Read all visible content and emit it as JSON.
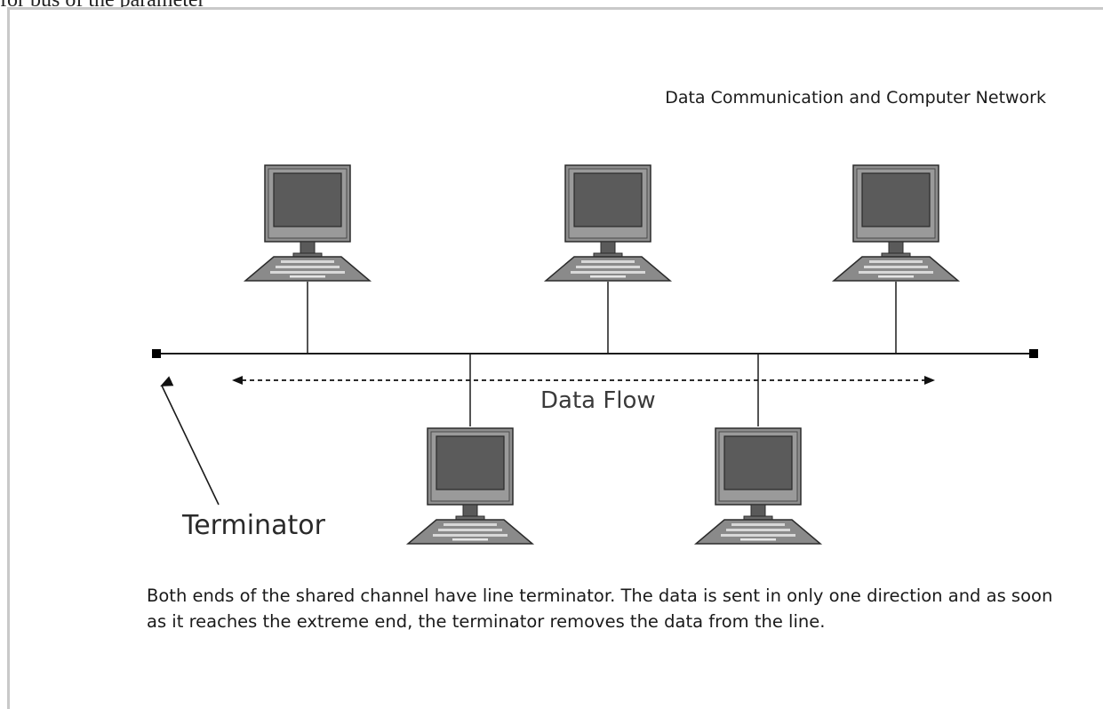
{
  "header": {
    "title": "Data Communication and Computer Network"
  },
  "diagram": {
    "data_flow_label": "Data Flow",
    "terminator_label": "Terminator",
    "computers": {
      "top_count": 3,
      "bottom_count": 2
    },
    "colors": {
      "monitor_frame": "#8e8e8e",
      "monitor_screen": "#5b5b5b",
      "keyboard": "#8a8a8a",
      "line": "#1a1a1a"
    }
  },
  "caption": {
    "text": "Both ends of the shared channel have line terminator. The data is sent in only one direction and as soon as it reaches the extreme end, the terminator removes the data from the line."
  },
  "top_cut": {
    "text": "for bus of the parameter"
  }
}
